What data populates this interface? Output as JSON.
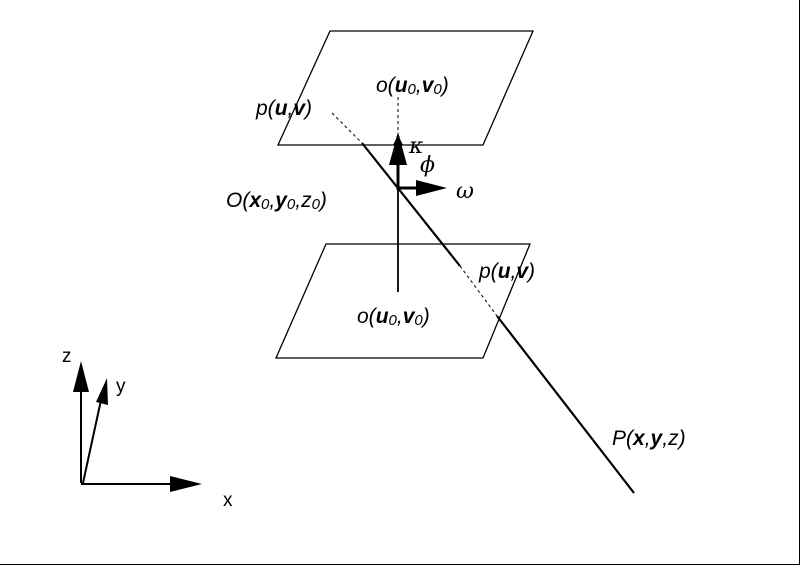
{
  "labels": {
    "image_point_upper": "p(u,v)",
    "principal_point_upper": "o(u0,v0)",
    "kappa": "κ",
    "phi": "ϕ",
    "omega": "ω",
    "projection_center": "O(x0,y0,z0)",
    "image_point_lower": "p(u,v)",
    "principal_point_lower": "o(u0,v0)",
    "object_point": "P(x,y,z)",
    "axis_z": "z",
    "axis_y": "y",
    "axis_x": "x"
  },
  "parts": {
    "p": "p(",
    "u": "u",
    "comma": ",",
    "v": "v",
    "close": ")",
    "o": "o(",
    "zero": "0",
    "O": "O(",
    "x": "x",
    "y": "y",
    "z": "z",
    "P": "P("
  },
  "colors": {
    "ink": "#000000",
    "background": "#ffffff"
  }
}
